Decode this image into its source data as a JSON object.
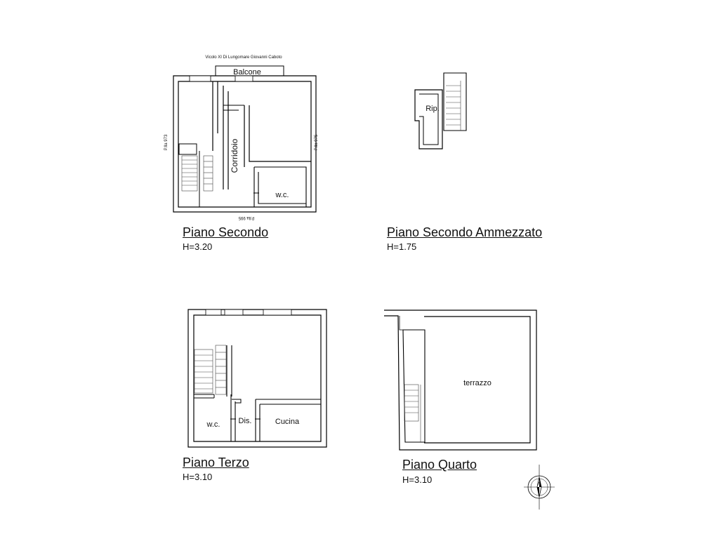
{
  "street_label": "Vicolo XI Di Lungomare Giovanni Caboto",
  "neighbor_left": "P.lla 973",
  "neighbor_right": "P.lla 975",
  "neighbor_bottom": "P.lla 995",
  "floors": {
    "secondo": {
      "title": "Piano Secondo",
      "height": "H=3.20",
      "rooms": {
        "balcone": "Balcone",
        "corridoio": "Corridoio",
        "wc": "w.c."
      }
    },
    "ammezzato": {
      "title": "Piano Secondo Ammezzato",
      "height": "H=1.75",
      "rooms": {
        "rip": "Rip."
      }
    },
    "terzo": {
      "title": "Piano Terzo",
      "height": "H=3.10",
      "rooms": {
        "wc": "w.c.",
        "dis": "Dis.",
        "cucina": "Cucina"
      }
    },
    "quarto": {
      "title": "Piano Quarto",
      "height": "H=3.10",
      "rooms": {
        "terrazzo": "terrazzo"
      }
    }
  },
  "compass_label": "N"
}
